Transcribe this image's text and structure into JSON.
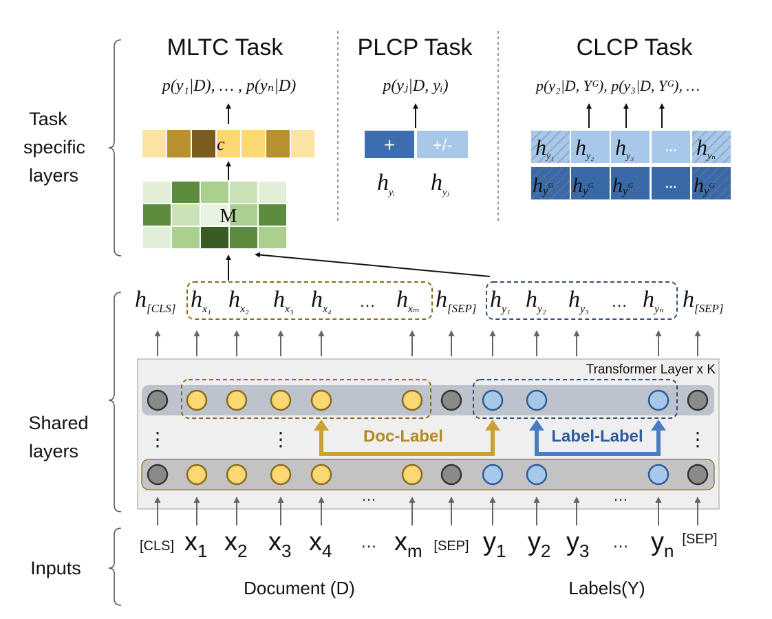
{
  "tasks": {
    "mltc": {
      "title": "MLTC Task",
      "formula": "p(y₁|D), … , p(yₙ|D)",
      "vector_label": "c⃗",
      "matrix_label": "M",
      "vector_colors": [
        "#fbe3a2",
        "#b99030",
        "#7a5c1e",
        "#fbd872",
        "#fbd872",
        "#b99030",
        "#fbe3a2"
      ],
      "matrix_colors": [
        [
          "#e1efd9",
          "#5e8c3e",
          "#a9d08e",
          "#c9e3b6",
          "#e1efd9"
        ],
        [
          "#5e8c3e",
          "#c9e3b6",
          "#e9f3e2",
          "#a9d08e",
          "#5e8c3e"
        ],
        [
          "#e1efd9",
          "#a9d08e",
          "#385c22",
          "#5e8c3e",
          "#a9d08e"
        ]
      ]
    },
    "plcp": {
      "title": "PLCP Task",
      "formula": "p(yⱼ|D, yᵢ)",
      "box_plus": "+",
      "box_pm": "+/-",
      "h_i": "h",
      "h_i_sub": "yᵢ",
      "h_j": "h",
      "h_j_sub": "yⱼ"
    },
    "clcp": {
      "title": "CLCP Task",
      "formula": "p(y₂|D, Yᴳ),  p(y₃|D, Yᴳ), …",
      "top_row": [
        "y₁",
        "y₂",
        "y₃",
        "…",
        "yₙ"
      ],
      "bottom_sup": "G"
    }
  },
  "left_labels": {
    "task_specific": [
      "Task",
      "specific",
      "layers"
    ],
    "shared": [
      "Shared",
      "layers"
    ],
    "inputs": "Inputs"
  },
  "hidden_row": {
    "cls": "h",
    "cls_sub": "[CLS]",
    "sep": "h",
    "sep_sub": "[SEP]",
    "x_subs": [
      "x₁",
      "x₂",
      "x₃",
      "x₄",
      "xₘ"
    ],
    "y_subs": [
      "y₁",
      "y₂",
      "y₃",
      "yₙ"
    ],
    "ellipsis": "…"
  },
  "transformer": {
    "title": "Transformer Layer  x K",
    "doc_label": "Doc-Label",
    "label_label": "Label-Label",
    "vdots": "⋮",
    "ellipsis": "…"
  },
  "inputs": {
    "cls": "[CLS]",
    "sep": "[SEP]",
    "x": "x",
    "y": "y",
    "x_subs": [
      "1",
      "2",
      "3",
      "4",
      "m"
    ],
    "y_subs": [
      "1",
      "2",
      "3",
      "n"
    ],
    "ellipsis": "…",
    "document": "Document (D)",
    "labels": "Labels(Y)"
  },
  "colors": {
    "gold": "#c7a02e",
    "gold_fill": "#fbd872",
    "blue": "#3a68ad",
    "blue_light": "#a8c8ea",
    "blue_dark": "#3a69a8",
    "gray_node": "#8a8a8a",
    "panel_bg": "#efefef"
  }
}
